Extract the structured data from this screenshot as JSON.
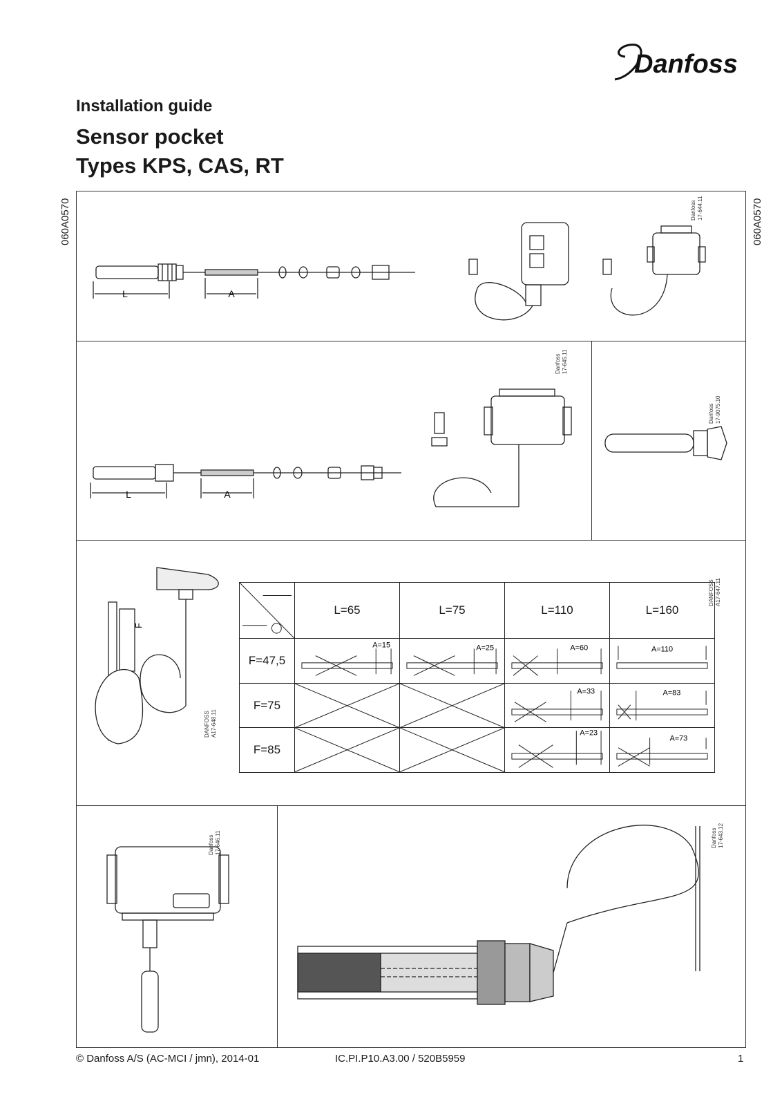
{
  "header": {
    "brand": "Danfoss",
    "doc_type": "Installation guide",
    "title_line1": "Sensor pocket",
    "title_line2": "Types KPS, CAS, RT"
  },
  "side_code_left": "060A0570",
  "side_code_right": "060A0570",
  "panels": {
    "p1_ref": "Danfoss\n17-644.11",
    "p2_ref": "Danfoss\n17-645.11",
    "p3_ref": "Danfoss\n17-9075.10",
    "p4_ref": "DANFOSS\nA17-647.11",
    "p4b_ref": "DANFOSS\nA17-648.11",
    "p5_ref": "Danfoss\n17-646.11",
    "p6_ref": "Danfoss\n17-643.12",
    "dim_L": "L",
    "dim_A": "A",
    "dim_F": "F"
  },
  "table": {
    "headers": [
      "L=65",
      "L=75",
      "L=110",
      "L=160"
    ],
    "rows": [
      {
        "label": "F=47,5",
        "cells": [
          "A=15",
          "A=25",
          "A=60",
          "A=110"
        ]
      },
      {
        "label": "F=75",
        "cells": [
          "",
          "",
          "A=33",
          "A=83"
        ]
      },
      {
        "label": "F=85",
        "cells": [
          "",
          "",
          "A=23",
          "A=73"
        ]
      }
    ]
  },
  "footer": {
    "copyright": "© Danfoss A/S (AC-MCI / jmn), 2014-01",
    "doc_code": "IC.PI.P10.A3.00 / 520B5959",
    "page": "1"
  }
}
